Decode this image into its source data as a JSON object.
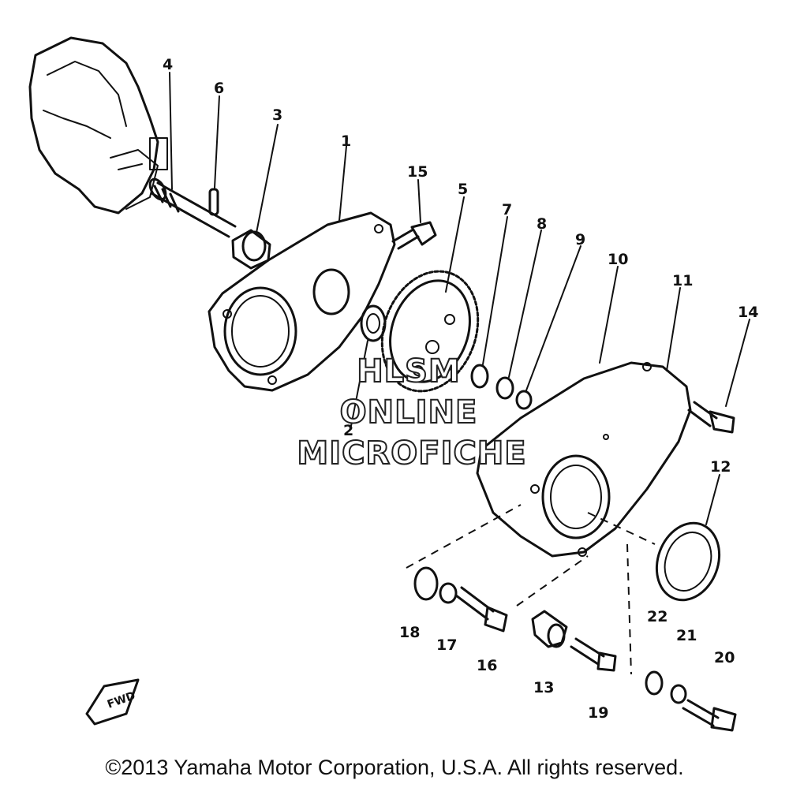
{
  "diagram": {
    "part_labels": [
      "1",
      "2",
      "3",
      "4",
      "5",
      "6",
      "7",
      "8",
      "9",
      "10",
      "11",
      "12",
      "13",
      "14",
      "15",
      "16",
      "17",
      "18",
      "19",
      "20",
      "21",
      "22"
    ],
    "watermark": [
      "HLSM",
      "ONLINE",
      "MICROFICHE"
    ],
    "badge_text": "FWD",
    "copyright": "©2013 Yamaha Motor Corporation, U.S.A. All rights reserved."
  }
}
